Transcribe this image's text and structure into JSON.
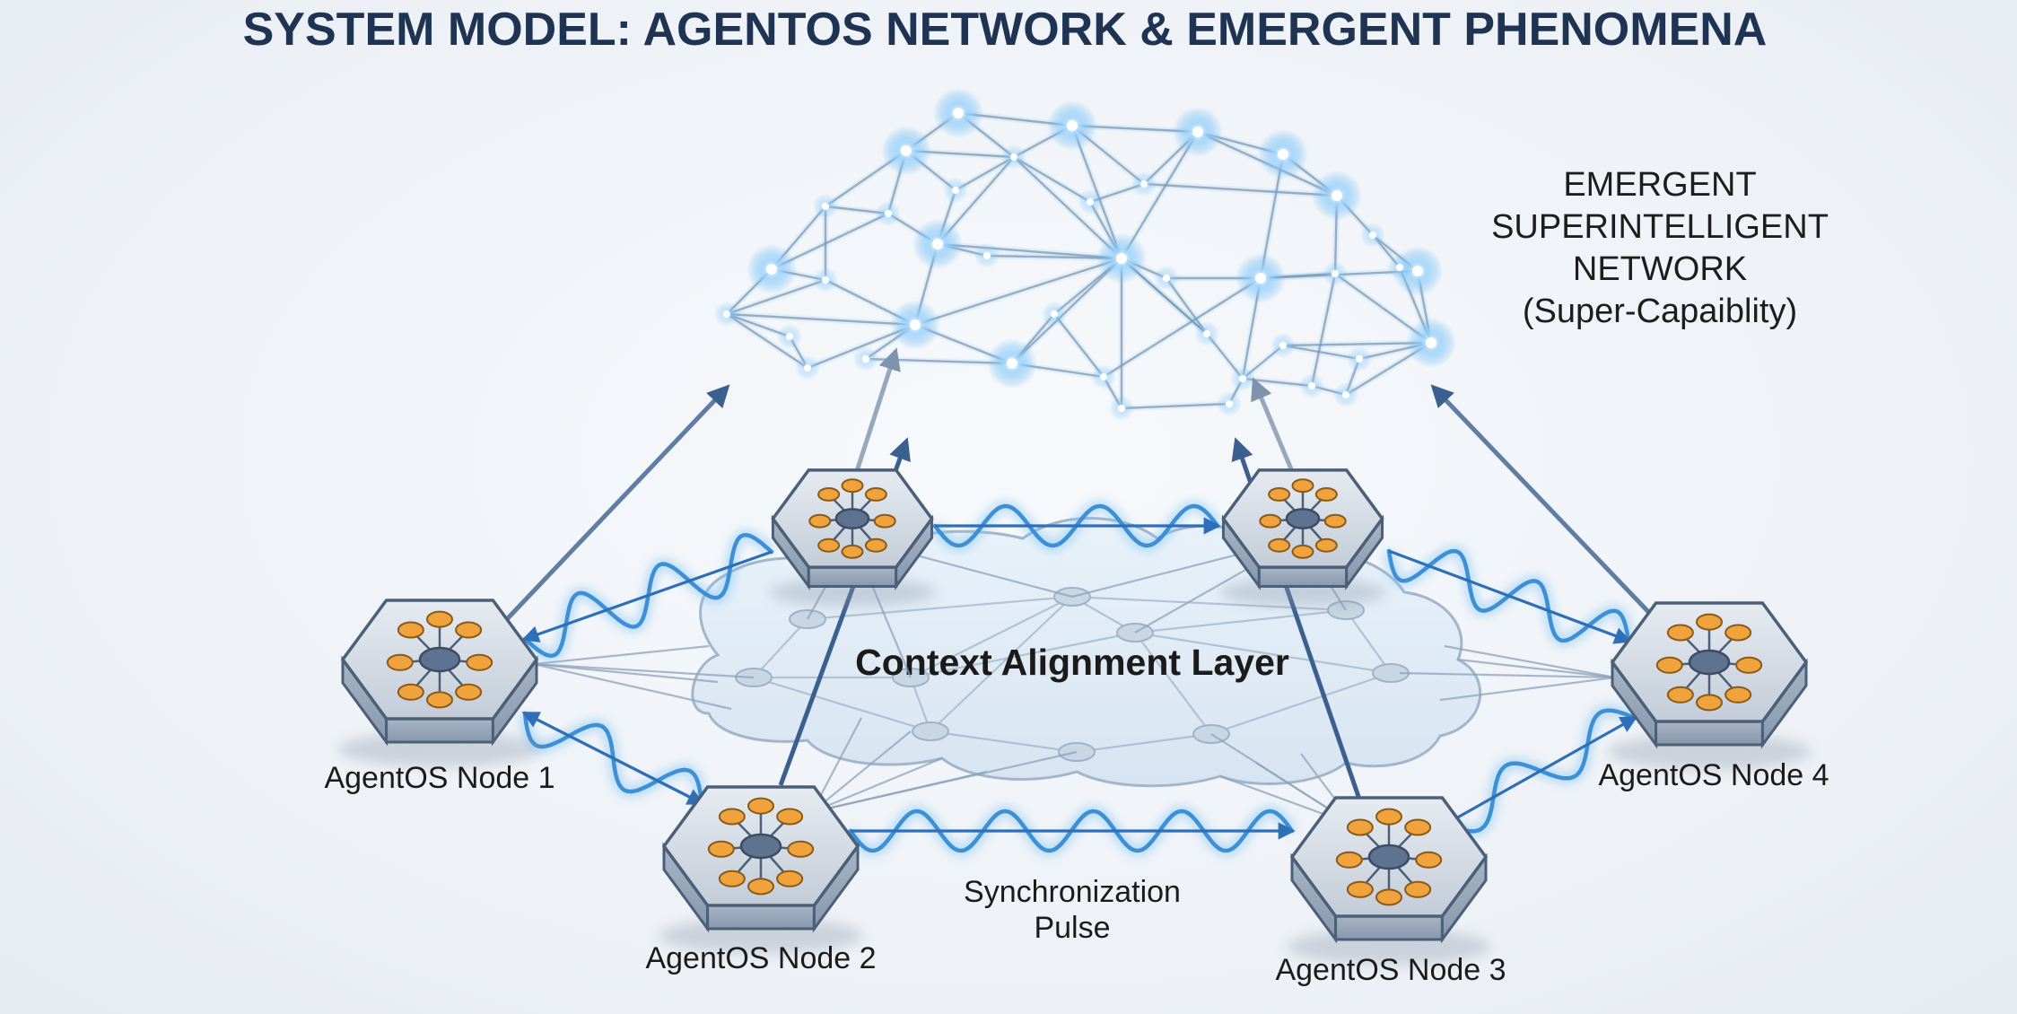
{
  "title": "SYSTEM MODEL: AGENTOS NETWORK & EMERGENT PHENOMENA",
  "emergent_network": {
    "lines": [
      "EMERGENT",
      "SUPERINTELLIGENT",
      "NETWORK",
      "(Super-Capaiblity)"
    ]
  },
  "context_layer": {
    "label": "Context Alignment Layer"
  },
  "nodes": [
    {
      "id": "node-1",
      "label": "AgentOS Node 1"
    },
    {
      "id": "node-2",
      "label": "AgentOS Node 2"
    },
    {
      "id": "node-3",
      "label": "AgentOS Node 3"
    },
    {
      "id": "node-4",
      "label": "AgentOS Node 4"
    }
  ],
  "pulse": {
    "lines": [
      "Synchronization",
      "Pulse"
    ]
  },
  "colors": {
    "title": "#1f3352",
    "arrow": "#3b5f8e",
    "wave": "#3d8fd6",
    "node_dot": "#f0a33c",
    "node_center": "#5d7390",
    "node_body": "#c7d0dc",
    "mesh_line": "#8193ab",
    "glow": "#5fb2f0"
  }
}
